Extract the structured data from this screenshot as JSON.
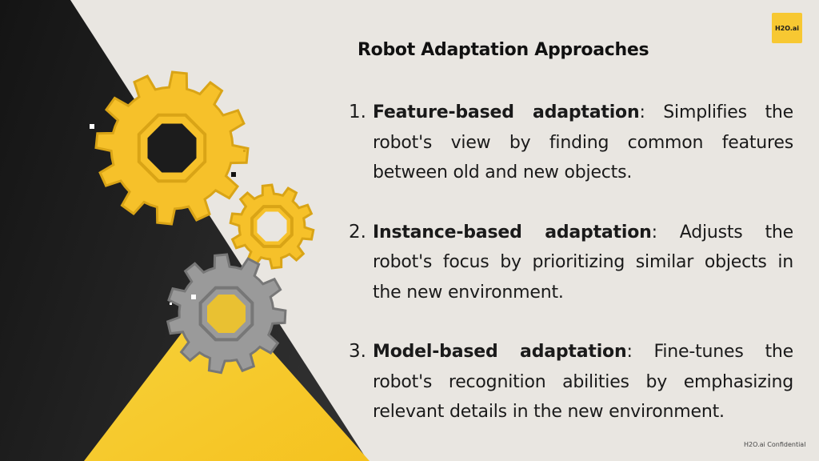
{
  "logo": {
    "text": "H2O.ai"
  },
  "title": "Robot Adaptation Approaches",
  "items": [
    {
      "number": "1.",
      "term": "Feature-based adaptation",
      "separator": ":",
      "description": " Simplifies the robot's view by finding common features between old and new objects."
    },
    {
      "number": "2.",
      "term": "Instance-based adaptation",
      "separator": ":",
      "description": " Adjusts the robot's focus by prioritizing similar objects in the new environment."
    },
    {
      "number": "3.",
      "term": "Model-based adaptation",
      "separator": ":",
      "description": " Fine-tunes the robot's recognition abilities by emphasizing relevant details in the new environment."
    }
  ],
  "footer": "H2O.ai Confidential",
  "colors": {
    "background": "#e9e6e1",
    "dark": "#1c1c1c",
    "yellow": "#f7c832",
    "gear_yellow": "#f6c12a",
    "gear_gray": "#9a9a9a"
  }
}
